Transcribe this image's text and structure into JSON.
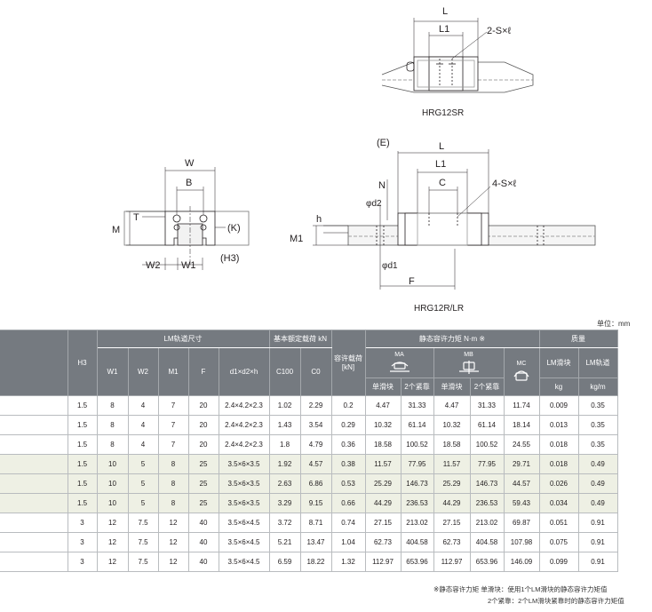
{
  "drawings": {
    "top_view": {
      "caption": "HRG12SR",
      "labels": {
        "L": "L",
        "L1": "L1",
        "screw": "2-S×ℓ"
      }
    },
    "end_view": {
      "labels": {
        "W": "W",
        "B": "B",
        "T": "T",
        "M": "M",
        "K": "(K)",
        "H3": "(H3)",
        "W2": "W2",
        "W1": "W1"
      }
    },
    "side_view": {
      "caption": "HRG12R/LR",
      "labels": {
        "E": "(E)",
        "L": "L",
        "L1": "L1",
        "C": "C",
        "screw": "4-S×ℓ",
        "N": "N",
        "d2": "φd2",
        "h": "h",
        "M1": "M1",
        "d1": "φd1",
        "F": "F"
      }
    }
  },
  "table": {
    "unit_note": "单位：mm",
    "headers": {
      "h3": "H3",
      "rail_group": "LM轨道尺寸",
      "load_group": "基本额定载荷  kN",
      "allow_load": "容许载荷 [kN]",
      "moment_group": "静态容许力矩  N·m ※",
      "mass_group": "质量",
      "w1": "W1",
      "w2": "W2",
      "m1": "M1",
      "f": "F",
      "hole": "d1×d2×h",
      "c100": "C100",
      "c0": "C0",
      "ma": "MA",
      "mb": "MB",
      "mc": "MC",
      "single1": "单滑块",
      "double1": "2个紧靠",
      "single2": "单滑块",
      "double2": "2个紧靠",
      "block_mass": "LM滑块",
      "rail_mass": "LM轨道",
      "kg": "kg",
      "kgm": "kg/m"
    },
    "rows": [
      [
        "1.5",
        "8",
        "4",
        "7",
        "20",
        "2.4×4.2×2.3",
        "1.02",
        "2.29",
        "0.2",
        "4.47",
        "31.33",
        "4.47",
        "31.33",
        "11.74",
        "0.009",
        "0.35"
      ],
      [
        "1.5",
        "8",
        "4",
        "7",
        "20",
        "2.4×4.2×2.3",
        "1.43",
        "3.54",
        "0.29",
        "10.32",
        "61.14",
        "10.32",
        "61.14",
        "18.14",
        "0.013",
        "0.35"
      ],
      [
        "1.5",
        "8",
        "4",
        "7",
        "20",
        "2.4×4.2×2.3",
        "1.8",
        "4.79",
        "0.36",
        "18.58",
        "100.52",
        "18.58",
        "100.52",
        "24.55",
        "0.018",
        "0.35"
      ],
      [
        "1.5",
        "10",
        "5",
        "8",
        "25",
        "3.5×6×3.5",
        "1.92",
        "4.57",
        "0.38",
        "11.57",
        "77.95",
        "11.57",
        "77.95",
        "29.71",
        "0.018",
        "0.49"
      ],
      [
        "1.5",
        "10",
        "5",
        "8",
        "25",
        "3.5×6×3.5",
        "2.63",
        "6.86",
        "0.53",
        "25.29",
        "146.73",
        "25.29",
        "146.73",
        "44.57",
        "0.026",
        "0.49"
      ],
      [
        "1.5",
        "10",
        "5",
        "8",
        "25",
        "3.5×6×3.5",
        "3.29",
        "9.15",
        "0.66",
        "44.29",
        "236.53",
        "44.29",
        "236.53",
        "59.43",
        "0.034",
        "0.49"
      ],
      [
        "3",
        "12",
        "7.5",
        "12",
        "40",
        "3.5×6×4.5",
        "3.72",
        "8.71",
        "0.74",
        "27.15",
        "213.02",
        "27.15",
        "213.02",
        "69.87",
        "0.051",
        "0.91"
      ],
      [
        "3",
        "12",
        "7.5",
        "12",
        "40",
        "3.5×6×4.5",
        "5.21",
        "13.47",
        "1.04",
        "62.73",
        "404.58",
        "62.73",
        "404.58",
        "107.98",
        "0.075",
        "0.91"
      ],
      [
        "3",
        "12",
        "7.5",
        "12",
        "40",
        "3.5×6×4.5",
        "6.59",
        "18.22",
        "1.32",
        "112.97",
        "653.96",
        "112.97",
        "653.96",
        "146.09",
        "0.099",
        "0.91"
      ]
    ],
    "footnote_1": "※静态容许力矩   单滑块：使用1个LM滑块的静态容许力矩值",
    "footnote_2": "2个紧靠：2个LM滑块紧靠时的静态容许力矩值"
  }
}
